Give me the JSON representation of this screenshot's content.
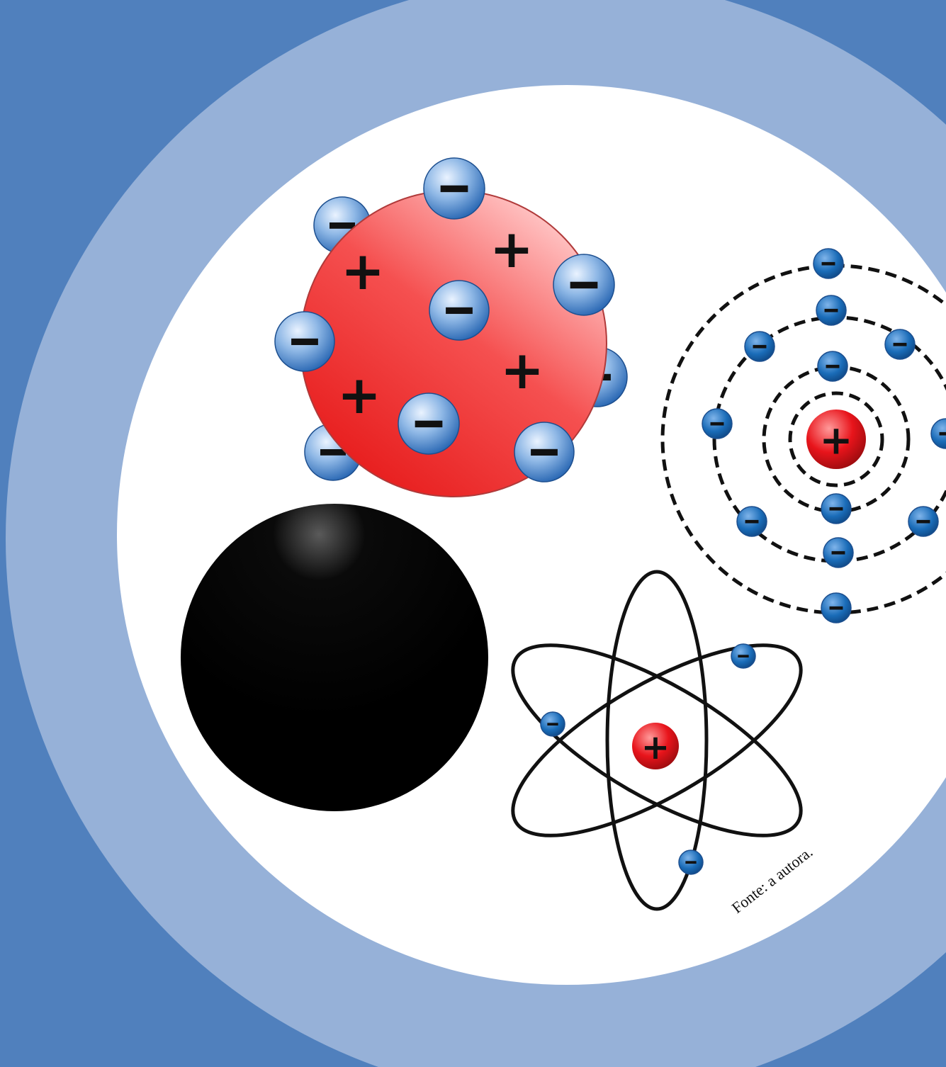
{
  "colors": {
    "background": "#5080bd",
    "outer_ring": "#96b1d8",
    "inner_disc": "#ffffff",
    "proton": "#e8141b",
    "electron": "#1a6cb8",
    "dalton_sphere": "#000000",
    "thomson_sphere": "#f23838"
  },
  "models": [
    {
      "id": "dalton",
      "icon": "solid-sphere"
    },
    {
      "id": "thomson",
      "icon": "plum-pudding",
      "positive_sign": "+",
      "negative_sign": "-"
    },
    {
      "id": "rutherford",
      "icon": "planetary-atom",
      "nucleus_sign": "+",
      "electron_sign": "-"
    },
    {
      "id": "bohr",
      "icon": "shell-atom",
      "nucleus_sign": "+",
      "electron_sign": "-",
      "shells": 4
    }
  ],
  "credit": "Fonte: a autora."
}
